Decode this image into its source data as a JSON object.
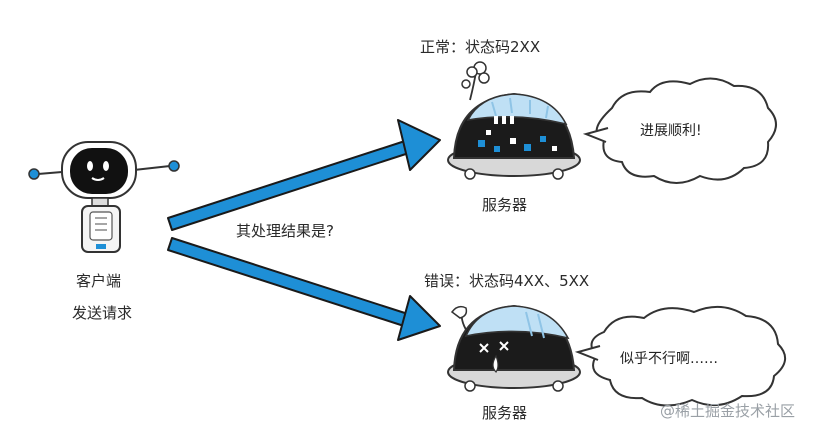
{
  "client": {
    "name": "客户端",
    "action": "发送请求"
  },
  "question": "其处理结果是?",
  "server_ok": {
    "status": "正常：状态码2XX",
    "name": "服务器",
    "speech": "进展顺利!"
  },
  "server_err": {
    "status": "错误：状态码4XX、5XX",
    "name": "服务器",
    "speech": "似乎不行啊……"
  },
  "watermark": "@稀土掘金技术社区",
  "colors": {
    "arrow": "#1e8fd6",
    "robot_head": "#111111",
    "dome": "#bfe0f5",
    "body": "#1b1b1b",
    "accent": "#1e8fd6"
  }
}
